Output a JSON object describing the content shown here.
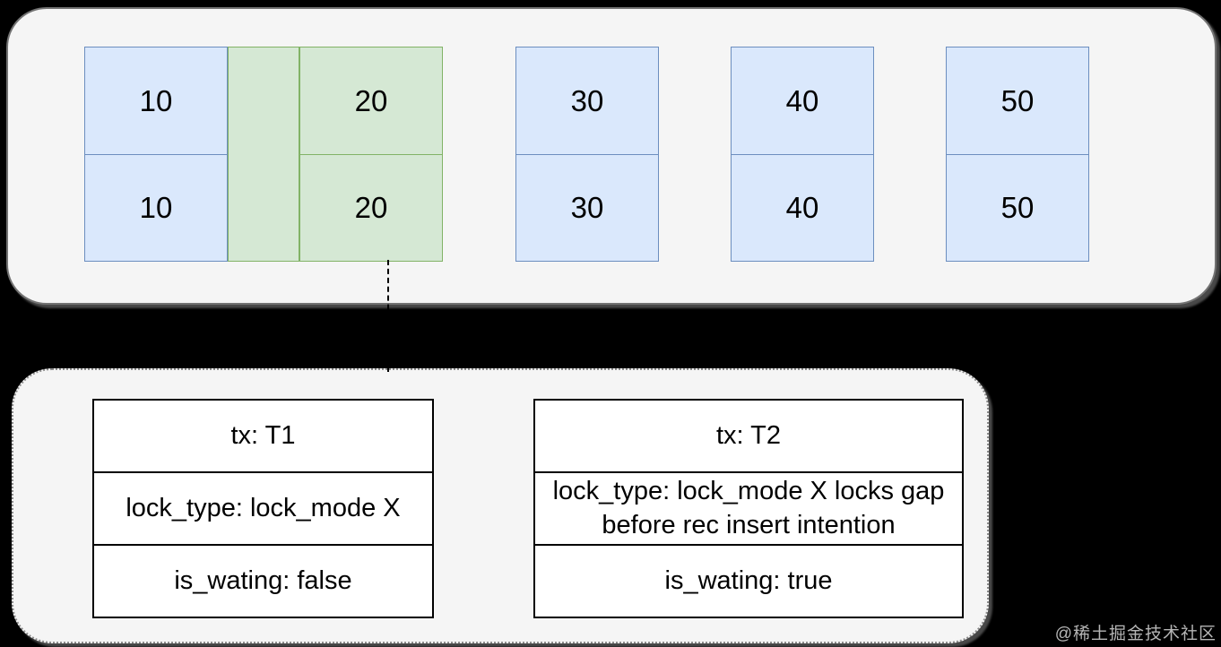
{
  "index_row": {
    "cells": {
      "b10": [
        "10",
        "10"
      ],
      "g20": [
        "20",
        "20"
      ],
      "b30": [
        "30",
        "30"
      ],
      "b40": [
        "40",
        "40"
      ],
      "b50": [
        "50",
        "50"
      ]
    }
  },
  "lock_tables": [
    {
      "rows": [
        "tx: T1",
        "lock_type: lock_mode X",
        "is_wating: false"
      ]
    },
    {
      "rows": [
        "tx: T2",
        "lock_type: lock_mode X locks gap before rec insert intention",
        "is_wating: true"
      ]
    }
  ],
  "watermark": "@稀土掘金技术社区",
  "colors": {
    "background": "#000000",
    "panel_fill": "#f5f5f5",
    "panel_border": "#737373",
    "record_fill": "#dae8fc",
    "record_border": "#6c8ebf",
    "gap_fill": "#d5e8d4",
    "gap_border": "#82b366",
    "table_fill": "#ffffff",
    "table_border": "#000000",
    "connector": "#000000",
    "watermark": "#b5b5b5"
  }
}
